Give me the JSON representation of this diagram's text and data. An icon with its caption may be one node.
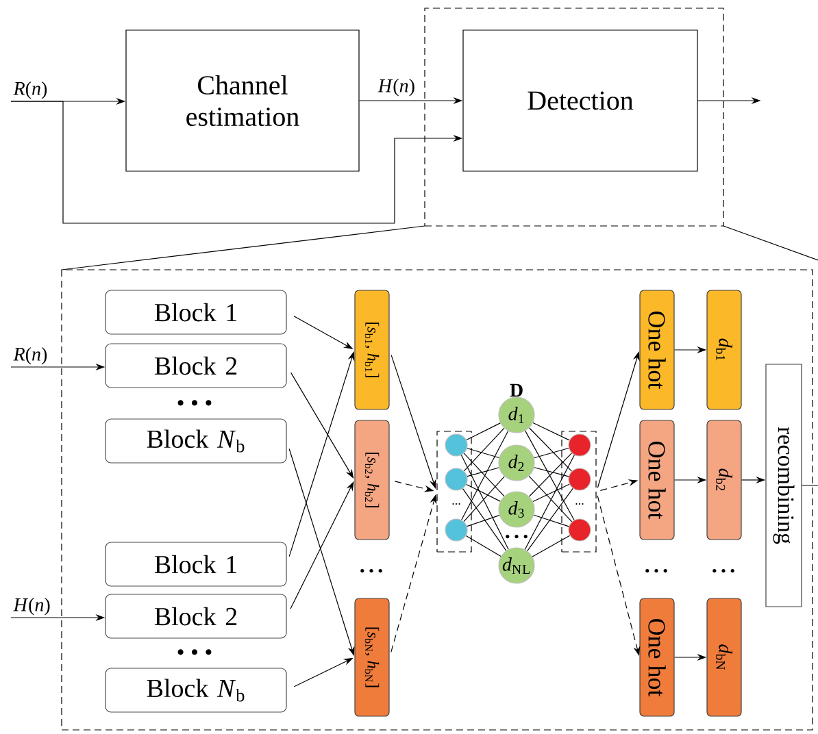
{
  "diagram": {
    "nodes": [
      {
        "text": [
          "*R*(*n*)"
        ]
      },
      {
        "text": [
          "Channel estimation"
        ]
      },
      {
        "text": [],
        "shape": "box"
      },
      {
        "text": [
          "Detection"
        ],
        "in": 2
      },
      {
        "text": [],
        "shape": "box"
      },
      {
        "text": [
          "*R*(*n*)"
        ]
      },
      {
        "text": [
          "*H*(*n*)"
        ]
      },
      {
        "text": [
          "Block 1"
        ],
        "in": 4
      },
      {
        "text": [
          "Block 2"
        ],
        "in": 4
      },
      {
        "text": [
          "Block *N*$_{b}$"
        ],
        "in": 4
      },
      {
        "text": [
          "Block 1"
        ],
        "in": 4
      },
      {
        "text": [
          "Block 2"
        ],
        "in": 4
      },
      {
        "text": [
          "Block *N*$_{b}$"
        ],
        "in": 4
      },
      {
        "text": [
          "[*s*$_{b1}$, *h*$_{b1}$]"
        ],
        "in": 4
      },
      {
        "text": [
          "[*s*$_{b2}$, *h*$_{b2}$]"
        ],
        "in": 4
      },
      {
        "text": [
          "[*s*$_{bN}$, *h*$_{bN}$]"
        ],
        "in": 4
      },
      {
        "text": [],
        "shape": "box",
        "in": 4
      },
      {
        "text": [],
        "shape": "circle",
        "in": 16
      },
      {
        "text": [],
        "shape": "circle",
        "in": 16
      },
      {
        "text": [],
        "shape": "circle",
        "in": 16
      },
      {
        "text": [
          "*d*$_{1}$"
        ],
        "in": 4
      },
      {
        "text": [
          "*d*$_{2}$"
        ],
        "in": 4
      },
      {
        "text": [
          "*d*$_{3}$"
        ],
        "in": 4
      },
      {
        "text": [
          "*d*$_{N}$$_{L}$"
        ],
        "in": 4
      },
      {
        "text": [],
        "shape": "box",
        "in": 4
      },
      {
        "text": [],
        "shape": "circle",
        "in": 24
      },
      {
        "text": [],
        "shape": "circle",
        "in": 24
      },
      {
        "text": [],
        "shape": "circle",
        "in": 24
      },
      {
        "text": [
          "One hot"
        ],
        "in": 4
      },
      {
        "text": [
          "One hot"
        ],
        "in": 4
      },
      {
        "text": [
          "One hot"
        ],
        "in": 4
      },
      {
        "text": [
          "*d*$_{b1}$"
        ],
        "in": 4
      },
      {
        "text": [
          "*d*$_{b2}$"
        ],
        "in": 4
      },
      {
        "text": [
          "*d*$_{bN}$"
        ],
        "in": 4
      },
      {
        "text": [
          "recombining"
        ],
        "in": 4
      }
    ],
    "edges": [
      {
        "from": 0,
        "to": 1,
        "arrow": "to"
      },
      {
        "from": 0,
        "to": 3,
        "arrow": "to"
      },
      {
        "from": 1,
        "to": 3,
        "arrow": "to",
        "label": "*H*(*n*)"
      },
      {
        "from": 3,
        "to": null,
        "arrow": "to"
      },
      {
        "from": 5,
        "to": 8,
        "arrow": "to"
      },
      {
        "from": 6,
        "to": 11,
        "arrow": "to"
      },
      {
        "from": 7,
        "to": 13,
        "arrow": "to"
      },
      {
        "from": 8,
        "to": 14,
        "arrow": "to"
      },
      {
        "from": 9,
        "to": 15,
        "arrow": "to"
      },
      {
        "from": 10,
        "to": 13,
        "arrow": "to"
      },
      {
        "from": 11,
        "to": 14,
        "arrow": "to"
      },
      {
        "from": 12,
        "to": 15,
        "arrow": "to"
      },
      {
        "from": 13,
        "to": 16,
        "arrow": "to"
      },
      {
        "from": 14,
        "to": 16,
        "arrow": "to",
        "style": "dashed"
      },
      {
        "from": 15,
        "to": 16,
        "arrow": "to",
        "style": "dashed"
      },
      {
        "from": 17,
        "to": 20,
        "arrow": "none"
      },
      {
        "from": 17,
        "to": 21,
        "arrow": "none"
      },
      {
        "from": 17,
        "to": 22,
        "arrow": "none"
      },
      {
        "from": 17,
        "to": 23,
        "arrow": "none"
      },
      {
        "from": 18,
        "to": 20,
        "arrow": "none"
      },
      {
        "from": 18,
        "to": 21,
        "arrow": "none"
      },
      {
        "from": 18,
        "to": 22,
        "arrow": "none"
      },
      {
        "from": 18,
        "to": 23,
        "arrow": "none"
      },
      {
        "from": 19,
        "to": 20,
        "arrow": "none"
      },
      {
        "from": 19,
        "to": 21,
        "arrow": "none"
      },
      {
        "from": 19,
        "to": 22,
        "arrow": "none"
      },
      {
        "from": 19,
        "to": 23,
        "arrow": "none"
      },
      {
        "from": 20,
        "to": 25,
        "arrow": "none"
      },
      {
        "from": 20,
        "to": 26,
        "arrow": "none"
      },
      {
        "from": 20,
        "to": 27,
        "arrow": "none"
      },
      {
        "from": 21,
        "to": 25,
        "arrow": "none"
      },
      {
        "from": 21,
        "to": 26,
        "arrow": "none"
      },
      {
        "from": 21,
        "to": 27,
        "arrow": "none"
      },
      {
        "from": 22,
        "to": 25,
        "arrow": "none"
      },
      {
        "from": 22,
        "to": 26,
        "arrow": "none"
      },
      {
        "from": 22,
        "to": 27,
        "arrow": "none"
      },
      {
        "from": 23,
        "to": 25,
        "arrow": "none"
      },
      {
        "from": 23,
        "to": 26,
        "arrow": "none"
      },
      {
        "from": 23,
        "to": 27,
        "arrow": "none"
      },
      {
        "from": 24,
        "to": 28,
        "arrow": "to"
      },
      {
        "from": 24,
        "to": 29,
        "arrow": "to",
        "style": "dashed"
      },
      {
        "from": 24,
        "to": 30,
        "arrow": "to",
        "style": "dashed"
      },
      {
        "from": 28,
        "to": 31,
        "arrow": "to"
      },
      {
        "from": 29,
        "to": 32,
        "arrow": "to"
      },
      {
        "from": 30,
        "to": 33,
        "arrow": "to"
      },
      {
        "from": 32,
        "to": 34,
        "arrow": "to"
      },
      {
        "from": 34,
        "to": null,
        "arrow": "none"
      }
    ],
    "labels": [
      "D",
      "• • •",
      "...",
      "...",
      "• • •",
      "• • •",
      "• • •",
      "• • •",
      "• • •"
    ]
  }
}
